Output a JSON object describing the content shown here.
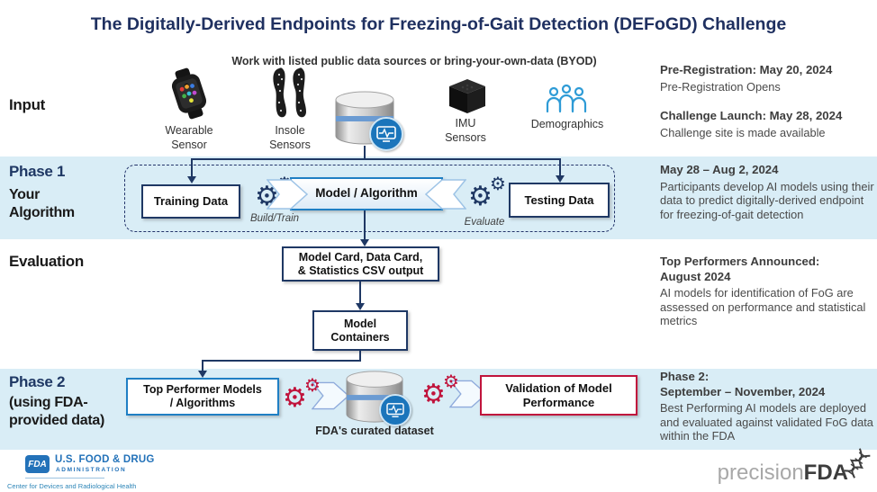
{
  "title": "The Digitally-Derived Endpoints for Freezing-of-Gait Detection (DEFoGD) Challenge",
  "input": {
    "label": "Input",
    "subtitle": "Work with listed public data sources or bring-your-own-data (BYOD)",
    "sources": [
      {
        "icon": "smartwatch-icon",
        "label": "Wearable\nSensor"
      },
      {
        "icon": "insoles-icon",
        "label": "Insole\nSensors"
      },
      {
        "icon": "database-icon",
        "label": ""
      },
      {
        "icon": "imu-icon",
        "label": "IMU\nSensors"
      },
      {
        "icon": "demographics-icon",
        "label": "Demographics"
      }
    ]
  },
  "phase1": {
    "label": "Phase 1",
    "sublabel": "Your\nAlgorithm",
    "training_box": "Training Data",
    "model_box": "Model / Algorithm",
    "testing_box": "Testing Data",
    "build_label": "Build/Train",
    "evaluate_label": "Evaluate"
  },
  "evaluation": {
    "label": "Evaluation",
    "card_box": "Model Card, Data Card,\n& Statistics CSV output",
    "containers_box": "Model\nContainers"
  },
  "phase2": {
    "label": "Phase 2",
    "sublabel": "(using FDA-\nprovided data)",
    "top_performer_box": "Top Performer Models\n/ Algorithms",
    "dataset_label": "FDA's curated dataset",
    "validation_box": "Validation of Model\nPerformance"
  },
  "timeline": [
    {
      "heading": "Pre-Registration: May 20, 2024",
      "body": "Pre-Registration Opens"
    },
    {
      "heading": "Challenge Launch: May 28, 2024",
      "body": "Challenge site is made available"
    },
    {
      "heading": "May 28 – Aug 2, 2024",
      "body": "Participants develop AI models using their data to predict digitally-derived endpoint for freezing-of-gait detection"
    },
    {
      "heading": "Top Performers Announced:\nAugust 2024",
      "body": "AI models for identification of FoG are assessed on performance and statistical metrics"
    },
    {
      "heading": "Phase 2:\nSeptember – November, 2024",
      "body": "Best Performing AI models are deployed and evaluated against validated FoG data within the FDA"
    }
  ],
  "icons": {
    "gear_glyph": "⚙︎"
  },
  "colors": {
    "navy": "#1f3864",
    "band_blue": "#d9edf6",
    "bright_blue": "#1f7fc4",
    "crimson": "#c0143c",
    "fda_blue": "#2372b9",
    "demographics_blue": "#2e9bd6"
  },
  "footer": {
    "fda_acronym": "FDA",
    "fda_line1": "U.S. FOOD & DRUG",
    "fda_line2": "ADMINISTRATION",
    "fda_sub": "Center for Devices and Radiological Health",
    "brand_light": "precision",
    "brand_bold": "FDA"
  }
}
